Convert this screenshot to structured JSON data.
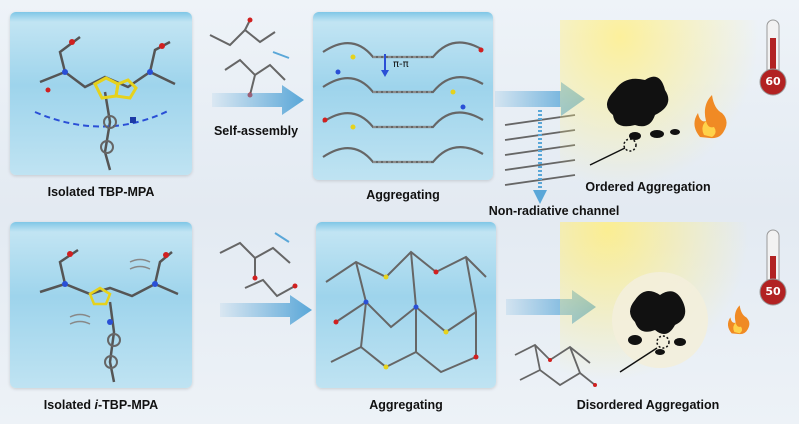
{
  "labels": {
    "isolated_tbp": "Isolated TBP-MPA",
    "isolated_itbp_prefix": "Isolated ",
    "isolated_itbp_italic": "i",
    "isolated_itbp_suffix": "-TBP-MPA",
    "self_assembly": "Self-assembly",
    "aggregating_top": "Aggregating",
    "aggregating_bottom": "Aggregating",
    "ordered_aggregation": "Ordered Aggregation",
    "disordered_aggregation": "Disordered Aggregation",
    "non_radiative": "Non-radiative channel",
    "pi_pi": "π-π",
    "temp_top": "60",
    "temp_bottom": "50"
  },
  "colors": {
    "arrow": "#5aa7d8",
    "thermo_red": "#b22222",
    "flame": "#f08a24",
    "sulfur": "#e6d21c",
    "nitrogen": "#2a4fd6",
    "oxygen": "#d02020"
  },
  "icons": [
    "thermometer-icon",
    "flame-icon",
    "molecule-icon",
    "arrow-icon"
  ]
}
